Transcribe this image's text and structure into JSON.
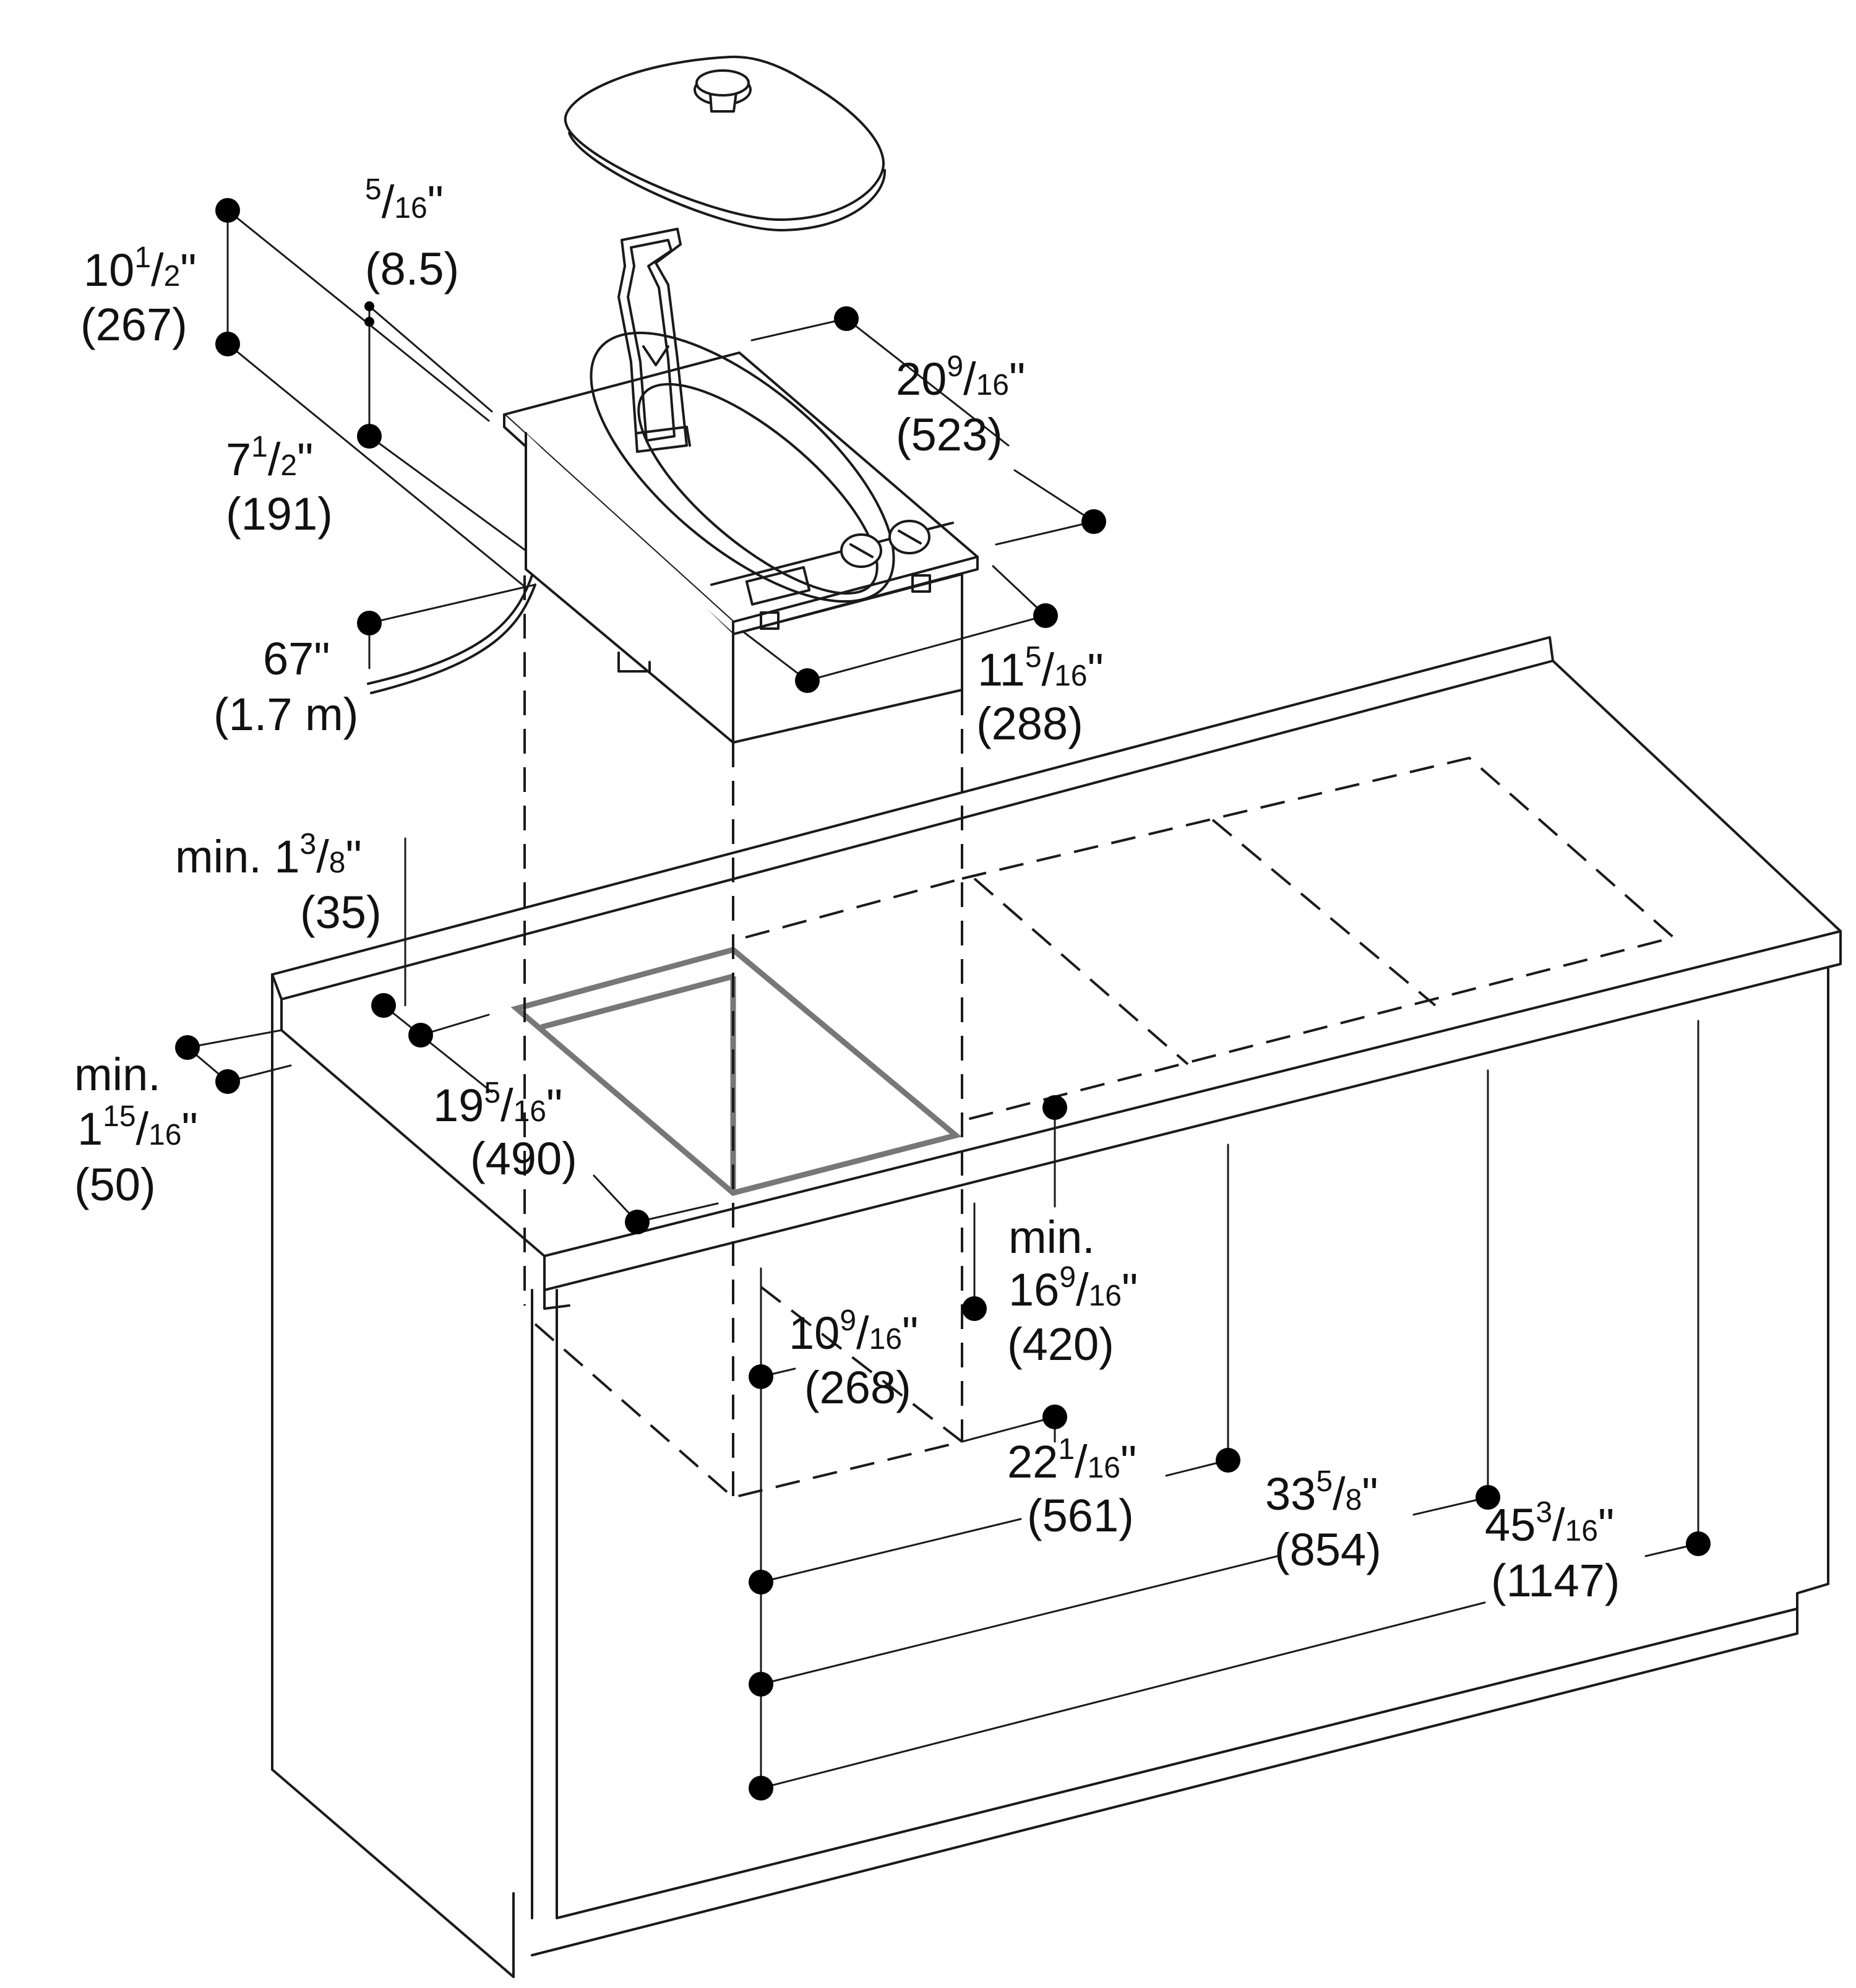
{
  "labels": {
    "height_total": {
      "whole": "10",
      "num": "1",
      "den": "2",
      "unit": "\"",
      "metric": "(267)"
    },
    "lid_thickness": {
      "whole": "",
      "num": "5",
      "den": "16",
      "unit": "\"",
      "metric": "(8.5)"
    },
    "body_height": {
      "whole": "7",
      "num": "1",
      "den": "2",
      "unit": "\"",
      "metric": "(191)"
    },
    "depth": {
      "whole": "20",
      "num": "9",
      "den": "16",
      "unit": "\"",
      "metric": "(523)"
    },
    "width": {
      "whole": "11",
      "num": "5",
      "den": "16",
      "unit": "\"",
      "metric": "(288)"
    },
    "cord_length": {
      "text": "67\"",
      "metric": "(1.7 m)"
    },
    "back_clearance": {
      "prefix": "min. 1",
      "num": "3",
      "den": "8",
      "unit": "\"",
      "metric": "(35)"
    },
    "front_clearance": {
      "prefix": "min.",
      "whole": "1",
      "num": "15",
      "den": "16",
      "unit": "\"",
      "metric": "(50)"
    },
    "cutout_depth": {
      "whole": "19",
      "num": "5",
      "den": "16",
      "unit": "\"",
      "metric": "(490)"
    },
    "min_side": {
      "prefix": "min.",
      "whole": "16",
      "num": "9",
      "den": "16",
      "unit": "\"",
      "metric": "(420)"
    },
    "cutout_width": {
      "whole": "10",
      "num": "9",
      "den": "16",
      "unit": "\"",
      "metric": "(268)"
    },
    "offset_22": {
      "whole": "22",
      "num": "1",
      "den": "16",
      "unit": "\"",
      "metric": "(561)"
    },
    "offset_33": {
      "whole": "33",
      "num": "5",
      "den": "8",
      "unit": "\"",
      "metric": "(854)"
    },
    "offset_45": {
      "whole": "45",
      "num": "3",
      "den": "16",
      "unit": "\"",
      "metric": "(1147)"
    }
  }
}
